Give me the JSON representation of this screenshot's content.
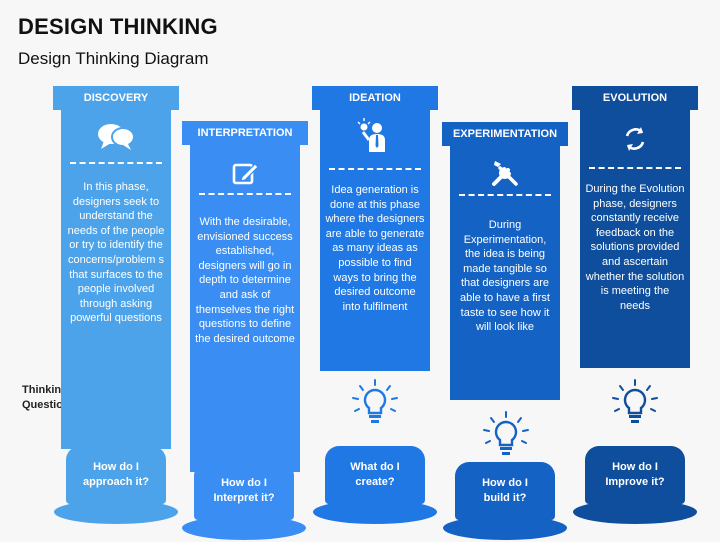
{
  "header": {
    "title": "DESIGN THINKING",
    "subtitle": "Design Thinking Diagram"
  },
  "thinking_label": "Thinking\nQuestion",
  "stages": [
    {
      "id": "discovery",
      "label": "DISCOVERY",
      "icon": "chat-bubbles-icon",
      "color": "#4da3ea",
      "description": "In this phase, designers seek to understand the needs of the people or try to identify the concerns/problem s that surfaces to the people involved through asking powerful questions",
      "question": "How do I approach it?"
    },
    {
      "id": "interpretation",
      "label": "INTERPRETATION",
      "icon": "edit-icon",
      "color": "#3a8ef3",
      "description": "With the desirable, envisioned success established, designers will go in depth to determine and ask of themselves the right questions to define the desired outcome",
      "question": "How do I Interpret it?"
    },
    {
      "id": "ideation",
      "label": "IDEATION",
      "icon": "idea-person-icon",
      "color": "#1f78e4",
      "description": "Idea generation is done at this phase where the designers are able to generate as many ideas as possible to find ways to bring the desired outcome into fulfilment",
      "question": "What do I create?"
    },
    {
      "id": "experimentation",
      "label": "EXPERIMENTATION",
      "icon": "tools-icon",
      "color": "#1462c4",
      "description": "During Experimentation, the idea is being made tangible so that designers are able to have a first taste to see how it will look like",
      "question": "How do I build it?"
    },
    {
      "id": "evolution",
      "label": "EVOLUTION",
      "icon": "cycle-arrows-icon",
      "color": "#0e4e9c",
      "description": "During the Evolution phase, designers constantly receive feedback on the solutions provided and ascertain whether the solution is meeting the needs",
      "question": "How do I Improve  it?"
    }
  ]
}
